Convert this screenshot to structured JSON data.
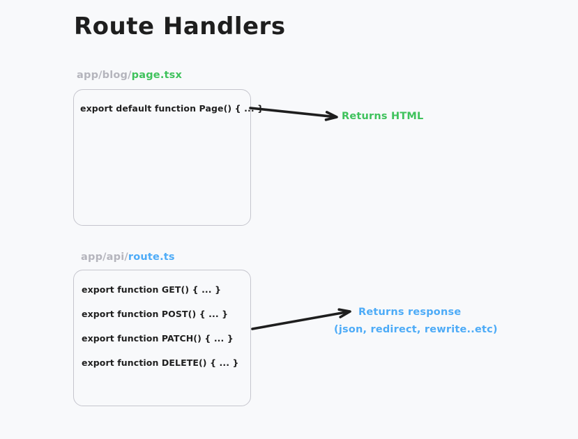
{
  "title": "Route Handlers",
  "colors": {
    "background": "#f8f9fb",
    "ink": "#1e1e1e",
    "path_gray": "#b5b5bd",
    "green": "#3fc25c",
    "blue": "#4dabf7",
    "box_border": "#c5c5cd"
  },
  "icons": {
    "arrow_page_to_html": "right-arrow",
    "arrow_route_to_response": "right-arrow"
  },
  "sections": [
    {
      "path_prefix": "app/blog/",
      "path_file": "page.tsx",
      "code_lines": [
        "export default function Page() { ... }"
      ],
      "annotation_lines": [
        "Returns HTML"
      ]
    },
    {
      "path_prefix": "app/api/",
      "path_file": "route.ts",
      "code_lines": [
        "export function GET() { ... }",
        "export function POST() { ... }",
        "export function PATCH() { ... }",
        "export function DELETE() { ... }"
      ],
      "annotation_lines": [
        "Returns response",
        "(json, redirect, rewrite..etc)"
      ]
    }
  ]
}
